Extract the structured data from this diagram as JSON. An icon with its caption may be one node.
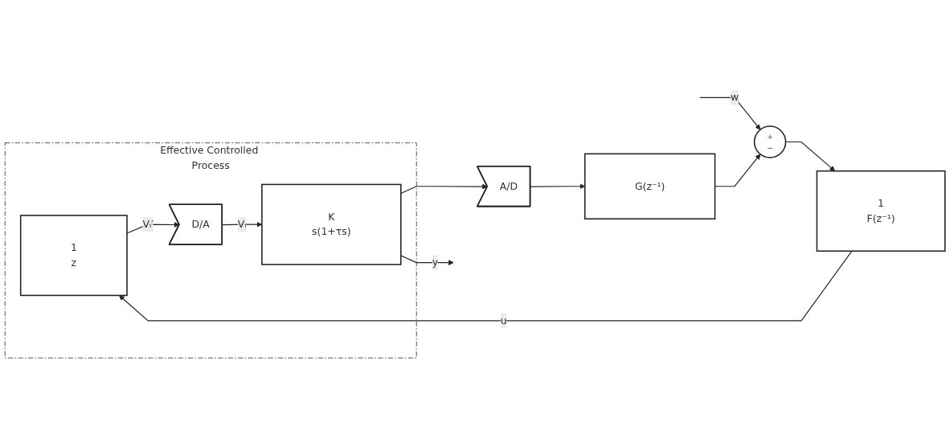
{
  "diagram": {
    "nodes": [
      {
        "text": [
          "Effective Controlled Process"
        ]
      },
      {
        "text": [
          "+",
          "−"
        ]
      },
      {
        "text": [
          "1",
          "F(z⁻¹)"
        ]
      },
      {
        "text": [
          "1",
          "z"
        ],
        "in": 0
      },
      {
        "text": [
          "D/A"
        ],
        "in": 0
      },
      {
        "text": [
          "K",
          "s(1+τs)"
        ],
        "in": 0
      },
      {
        "text": [
          "A/D"
        ]
      },
      {
        "text": [
          "G(z⁻¹)"
        ]
      }
    ],
    "edges": [
      {
        "from": null,
        "to": 1,
        "arrow": "to",
        "label": "w"
      },
      {
        "from": 1,
        "to": 2,
        "arrow": "to"
      },
      {
        "from": 2,
        "to": 3,
        "arrow": "to",
        "label": "u"
      },
      {
        "from": 3,
        "to": 4,
        "arrow": "to",
        "label": "Vᵢ′"
      },
      {
        "from": 4,
        "to": 5,
        "arrow": "to",
        "label": "Vᵢ"
      },
      {
        "from": 5,
        "to": null,
        "arrow": "to",
        "label": "y"
      },
      {
        "from": 5,
        "to": 6,
        "arrow": "to"
      },
      {
        "from": 6,
        "to": 7,
        "arrow": "to"
      },
      {
        "from": 7,
        "to": 1,
        "arrow": "to"
      }
    ]
  }
}
